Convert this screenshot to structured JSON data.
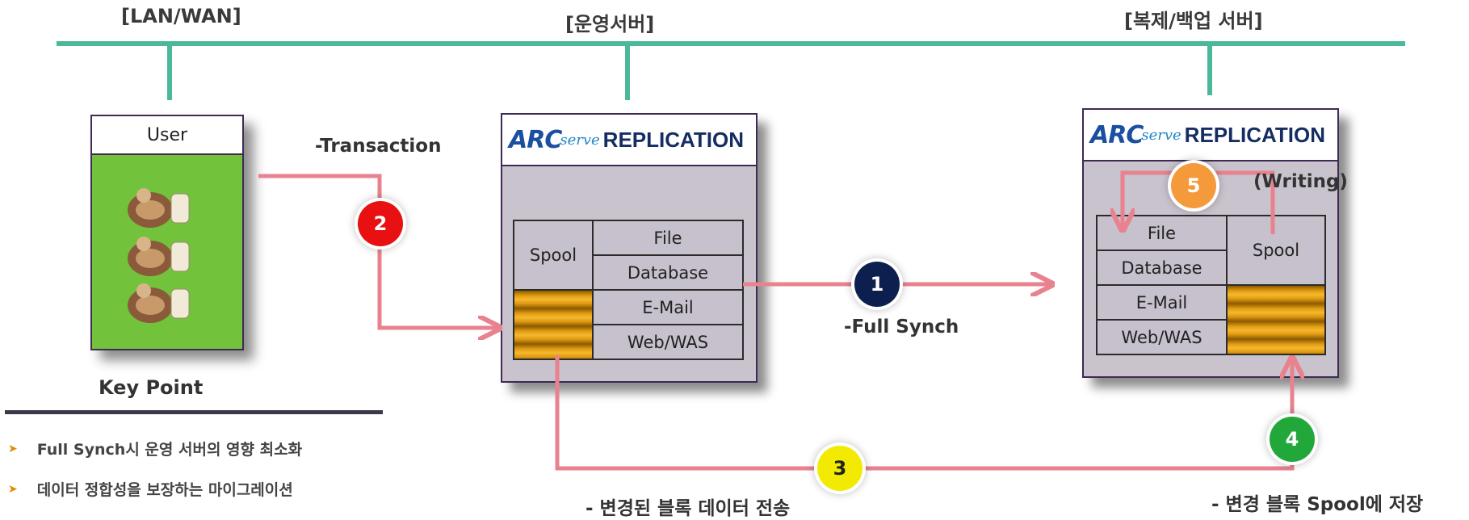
{
  "headers": {
    "lan_wan": "[LAN/WAN]",
    "ops_server": "[운영서버]",
    "backup_server": "[복제/백업 서버]"
  },
  "user_box": {
    "label": "User"
  },
  "servers": {
    "left": {
      "logo": {
        "arc": "ARC",
        "serve": "serve",
        "rep": "REPLICATION"
      },
      "spool_label": "Spool",
      "rows": [
        "File",
        "Database",
        "E-Mail",
        "Web/WAS"
      ]
    },
    "right": {
      "logo": {
        "arc": "ARC",
        "serve": "serve",
        "rep": "REPLICATION"
      },
      "spool_label": "Spool",
      "rows": [
        "File",
        "Database",
        "E-Mail",
        "Web/WAS"
      ]
    }
  },
  "badges": [
    {
      "num": "1",
      "color": "#0d1f4e"
    },
    {
      "num": "2",
      "color": "#e81010"
    },
    {
      "num": "3",
      "color": "#f2ea00"
    },
    {
      "num": "4",
      "color": "#22a83a"
    },
    {
      "num": "5",
      "color": "#f59a3a"
    }
  ],
  "annotations": {
    "transaction": "-Transaction",
    "full_synch": "-Full Synch",
    "writing": "(Writing)",
    "block_transfer": "- 변경된 블록 데이터 전송",
    "spool_store": "- 변경 블록 Spool에 저장"
  },
  "key_point": {
    "title": "Key Point",
    "items": [
      "Full Synch시 운영 서버의 영향 최소화",
      "데이터 정합성을 보장하는 마이그레이션"
    ]
  },
  "colors": {
    "network_line": "#4cb89a",
    "flow_line": "#e8828e",
    "box_border": "#3e2a52"
  }
}
